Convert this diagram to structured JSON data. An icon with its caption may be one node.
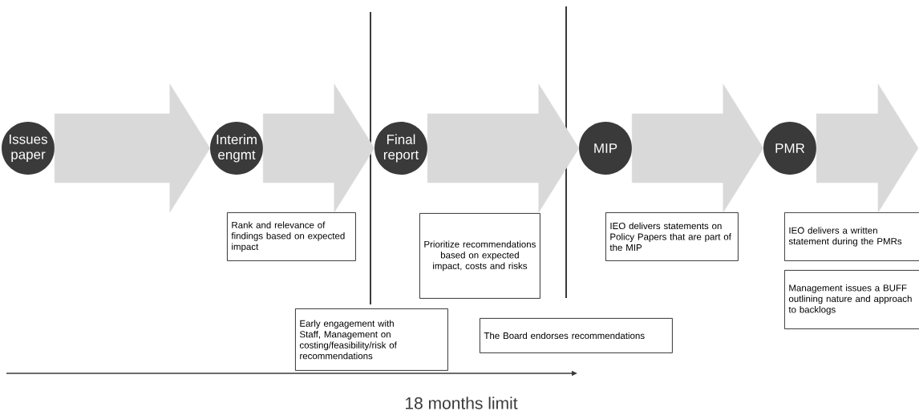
{
  "diagram": {
    "nodes": [
      {
        "text": [
          "Issues paper"
        ]
      },
      {
        "text": [
          "Interim engmt"
        ]
      },
      {
        "text": [
          "Final report"
        ]
      },
      {
        "text": [
          "MIP"
        ]
      },
      {
        "text": [
          "PMR"
        ]
      },
      {
        "text": [
          "Rank and relevance of findings based on expected impact"
        ]
      },
      {
        "text": [
          "Prioritize recommendations based on expected impact, costs and risks"
        ]
      },
      {
        "text": [
          "IEO delivers statements on Policy Papers that are part of the MIP"
        ]
      },
      {
        "text": [
          "IEO delivers a written statement during the PMRs"
        ]
      },
      {
        "text": [
          "Management issues a BUFF outlining nature and approach to backlogs"
        ]
      },
      {
        "text": [
          "Early engagement with Staff, Management on costing/feasibility/risk of recommendations"
        ]
      },
      {
        "text": [
          "The Board endorses recommendations"
        ]
      }
    ],
    "edges": [
      {
        "from": 0,
        "to": 1,
        "arrow": "to",
        "style": "thick"
      },
      {
        "from": 1,
        "to": 2,
        "arrow": "to",
        "style": "thick"
      },
      {
        "from": 2,
        "to": 3,
        "arrow": "to",
        "style": "thick"
      },
      {
        "from": 3,
        "to": 4,
        "arrow": "to",
        "style": "thick"
      },
      {
        "from": 4,
        "to": null,
        "arrow": "to",
        "style": "thick"
      }
    ],
    "labels": [
      "18 months limit"
    ]
  }
}
